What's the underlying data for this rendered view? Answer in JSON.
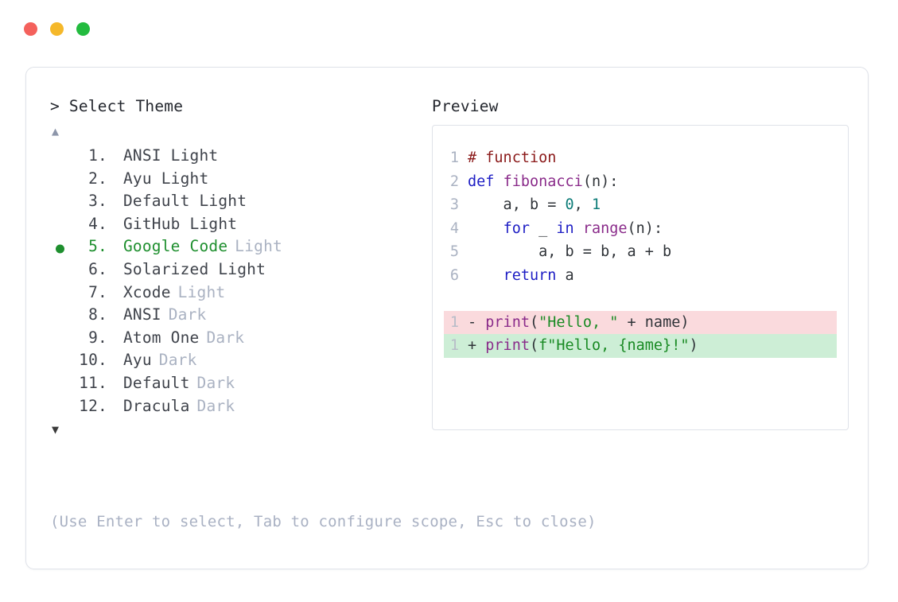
{
  "window": {
    "traffic_lights": [
      {
        "name": "close",
        "color": "#f4615c"
      },
      {
        "name": "minimize",
        "color": "#f5b82a"
      },
      {
        "name": "maximize",
        "color": "#23bb3f"
      }
    ]
  },
  "selector": {
    "prompt_marker": ">",
    "prompt_title": "Select Theme",
    "scroll_up_glyph": "▲",
    "scroll_down_glyph": "▼",
    "selected_index": 5,
    "selected_color": "#1e8f2e",
    "bullet_glyph": "●",
    "items": [
      {
        "index": "1.",
        "name": "ANSI Light",
        "variant": "",
        "variant_style": "none"
      },
      {
        "index": "2.",
        "name": "Ayu Light",
        "variant": "",
        "variant_style": "none"
      },
      {
        "index": "3.",
        "name": "Default Light",
        "variant": "",
        "variant_style": "none"
      },
      {
        "index": "4.",
        "name": "GitHub Light",
        "variant": "",
        "variant_style": "none"
      },
      {
        "index": "5.",
        "name": "Google Code",
        "variant": "Light",
        "variant_style": "muted"
      },
      {
        "index": "6.",
        "name": "Solarized Light",
        "variant": "",
        "variant_style": "none"
      },
      {
        "index": "7.",
        "name": "Xcode",
        "variant": "Light",
        "variant_style": "muted"
      },
      {
        "index": "8.",
        "name": "ANSI",
        "variant": "Dark",
        "variant_style": "muted"
      },
      {
        "index": "9.",
        "name": "Atom One",
        "variant": "Dark",
        "variant_style": "muted"
      },
      {
        "index": "10.",
        "name": "Ayu",
        "variant": "Dark",
        "variant_style": "muted"
      },
      {
        "index": "11.",
        "name": "Default",
        "variant": "Dark",
        "variant_style": "muted"
      },
      {
        "index": "12.",
        "name": "Dracula",
        "variant": "Dark",
        "variant_style": "muted"
      }
    ]
  },
  "preview": {
    "label": "Preview",
    "code_lines": [
      {
        "num": "1",
        "kind": "normal",
        "tokens": [
          {
            "t": "# function",
            "c": "t-com"
          }
        ]
      },
      {
        "num": "2",
        "kind": "normal",
        "tokens": [
          {
            "t": "def",
            "c": "t-kw"
          },
          {
            "t": " ",
            "c": "t-pl"
          },
          {
            "t": "fibonacci",
            "c": "t-fn"
          },
          {
            "t": "(n):",
            "c": "t-pl"
          }
        ]
      },
      {
        "num": "3",
        "kind": "normal",
        "tokens": [
          {
            "t": "    a, b = ",
            "c": "t-pl"
          },
          {
            "t": "0",
            "c": "t-num"
          },
          {
            "t": ", ",
            "c": "t-pl"
          },
          {
            "t": "1",
            "c": "t-num"
          }
        ]
      },
      {
        "num": "4",
        "kind": "normal",
        "tokens": [
          {
            "t": "    ",
            "c": "t-pl"
          },
          {
            "t": "for",
            "c": "t-kw"
          },
          {
            "t": " _ ",
            "c": "t-pl"
          },
          {
            "t": "in",
            "c": "t-kw"
          },
          {
            "t": " ",
            "c": "t-pl"
          },
          {
            "t": "range",
            "c": "t-bi"
          },
          {
            "t": "(n):",
            "c": "t-pl"
          }
        ]
      },
      {
        "num": "5",
        "kind": "normal",
        "tokens": [
          {
            "t": "        a, b = b, a + b",
            "c": "t-pl"
          }
        ]
      },
      {
        "num": "6",
        "kind": "normal",
        "tokens": [
          {
            "t": "    ",
            "c": "t-pl"
          },
          {
            "t": "return",
            "c": "t-kw"
          },
          {
            "t": " a",
            "c": "t-pl"
          }
        ]
      },
      {
        "num": "",
        "kind": "gap",
        "tokens": []
      },
      {
        "num": "1",
        "kind": "del",
        "tokens": [
          {
            "t": "- ",
            "c": "t-pl"
          },
          {
            "t": "print",
            "c": "t-bi"
          },
          {
            "t": "(",
            "c": "t-pl"
          },
          {
            "t": "\"Hello, \"",
            "c": "t-str"
          },
          {
            "t": " + name)",
            "c": "t-pl"
          }
        ]
      },
      {
        "num": "1",
        "kind": "add",
        "tokens": [
          {
            "t": "+ ",
            "c": "t-pl"
          },
          {
            "t": "print",
            "c": "t-bi"
          },
          {
            "t": "(",
            "c": "t-pl"
          },
          {
            "t": "f\"Hello, {name}!\"",
            "c": "t-str"
          },
          {
            "t": ")",
            "c": "t-pl"
          }
        ]
      }
    ],
    "diff_del_bg": "#fadadd",
    "diff_add_bg": "#cdeed6"
  },
  "footer": {
    "hint": "(Use Enter to select, Tab to configure scope, Esc to close)"
  }
}
